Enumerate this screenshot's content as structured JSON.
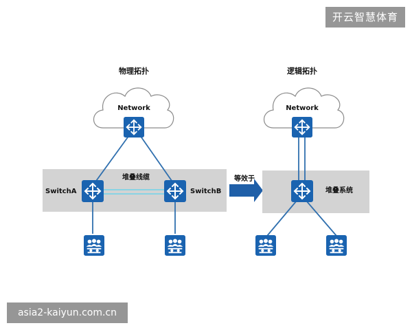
{
  "watermarks": {
    "top_right": "开云智慧体育",
    "bottom_left": "asia2-kaiyun.com.cn"
  },
  "left": {
    "title": "物理拓扑",
    "cloud_label": "Network",
    "band_label": "堆叠线缆",
    "switch_a_label": "SwitchA",
    "switch_b_label": "SwitchB"
  },
  "arrow_label": "等效于",
  "right": {
    "title": "逻辑拓扑",
    "cloud_label": "Network",
    "stack_label": "堆叠系统"
  },
  "colors": {
    "device_blue": "#1a63b0",
    "link_blue": "#2f6fae",
    "band_gray": "#d3d3d3",
    "cable_cyan": "#6fd3ea",
    "arrow_blue": "#1f5fa8"
  }
}
